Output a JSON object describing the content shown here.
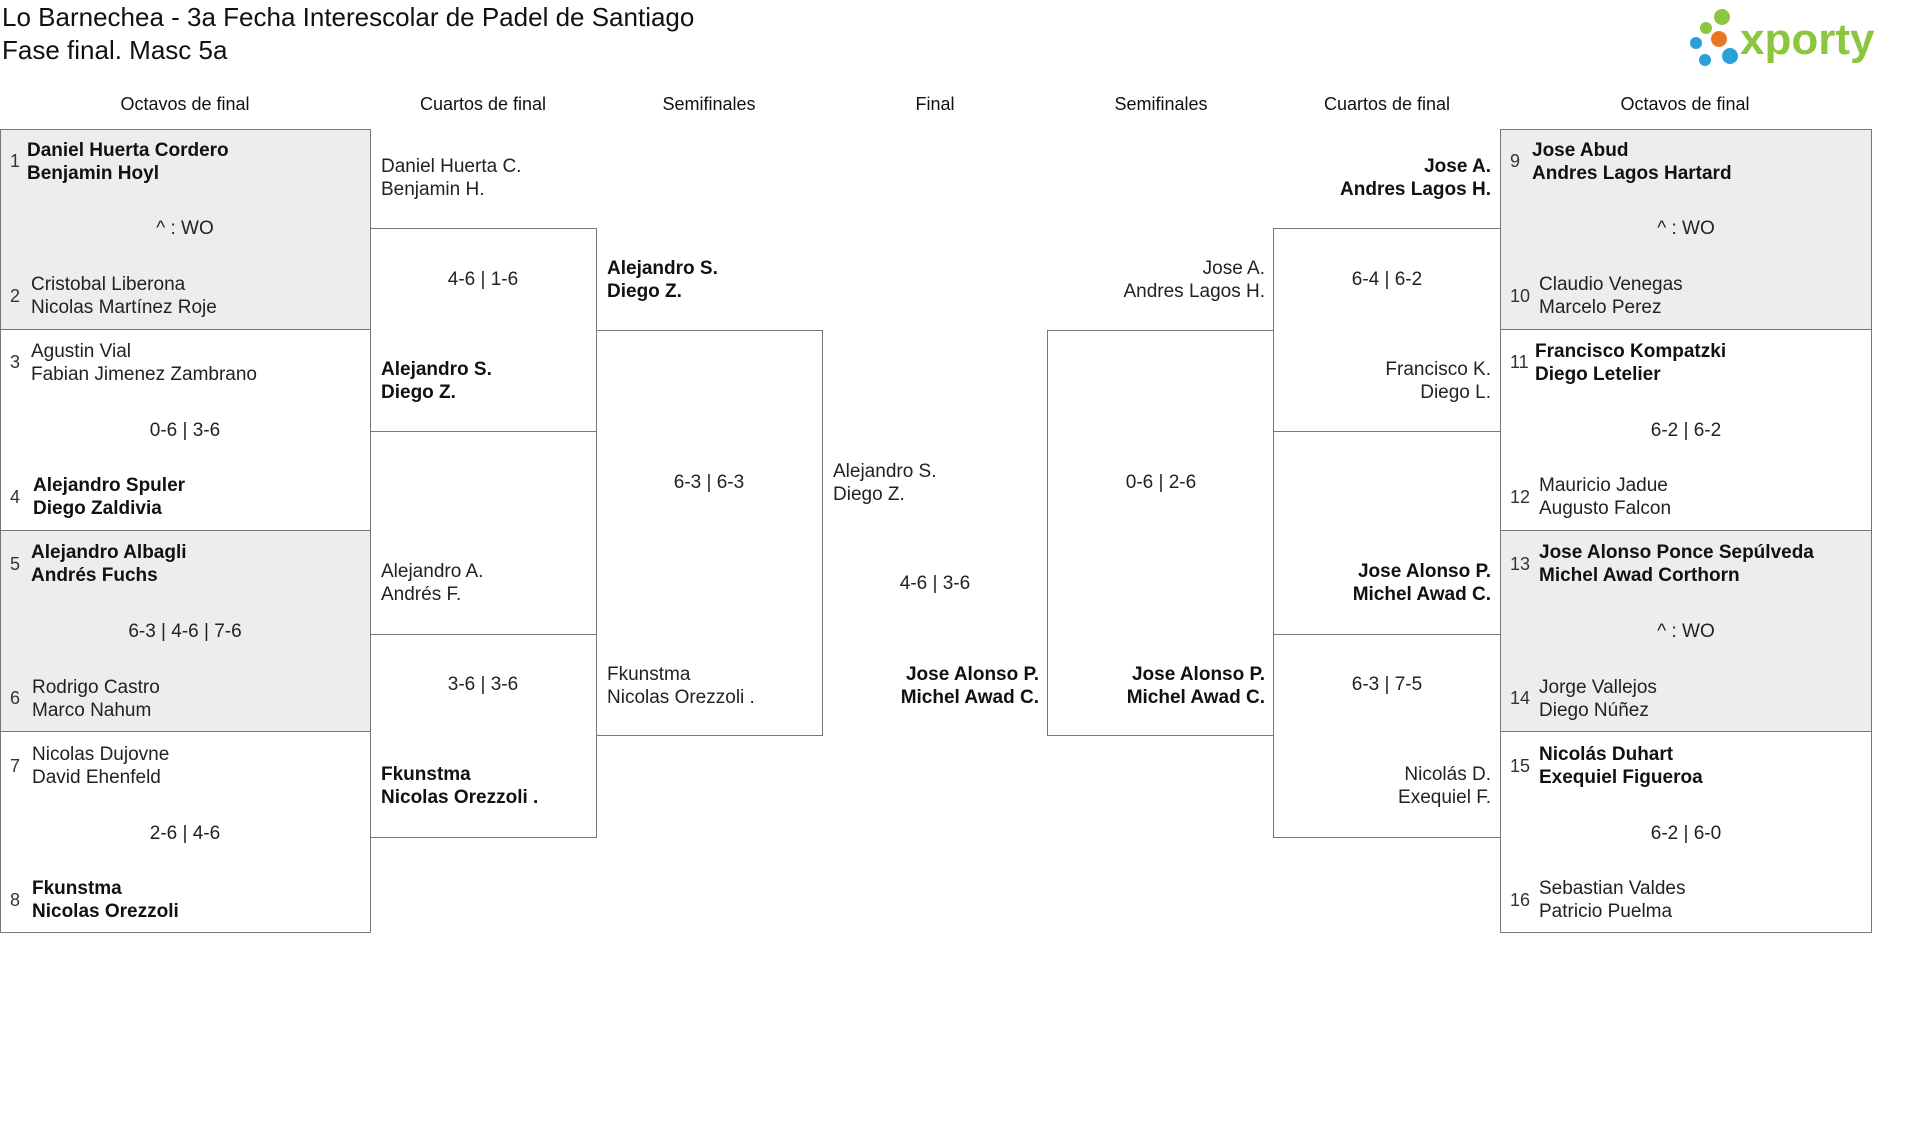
{
  "header": {
    "line1": "Lo Barnechea - 3a Fecha Interescolar de Padel de Santiago",
    "line2": "Fase final. Masc 5a",
    "logo_text": "xporty"
  },
  "columns": {
    "l_r16": "Octavos de final",
    "l_qf": "Cuartos de final",
    "l_sf": "Semifinales",
    "final": "Final",
    "r_sf": "Semifinales",
    "r_qf": "Cuartos de final",
    "r_r16": "Octavos de final"
  },
  "left_r16": [
    {
      "seed_a": "1",
      "a1": "Daniel Huerta Cordero",
      "a2": "Benjamin Hoyl",
      "score": "^ : WO",
      "seed_b": "2",
      "b1": "Cristobal Liberona",
      "b2": "Nicolas Martínez Roje"
    },
    {
      "seed_a": "3",
      "a1": "Agustin Vial",
      "a2": "Fabian Jimenez Zambrano",
      "score": "0-6 | 3-6",
      "seed_b": "4",
      "b1": "Alejandro Spuler",
      "b2": "Diego Zaldivia"
    },
    {
      "seed_a": "5",
      "a1": "Alejandro Albagli",
      "a2": "Andrés Fuchs",
      "score": "6-3 | 4-6 | 7-6",
      "seed_b": "6",
      "b1": "Rodrigo Castro",
      "b2": "Marco Nahum"
    },
    {
      "seed_a": "7",
      "a1": "Nicolas Dujovne",
      "a2": "David Ehenfeld",
      "score": "2-6 | 4-6",
      "seed_b": "8",
      "b1": "Fkunstma",
      "b2": "Nicolas Orezzoli"
    }
  ],
  "left_qf": [
    {
      "a1": "Daniel Huerta C.",
      "a2": "Benjamin H.",
      "score": "4-6 | 1-6",
      "b1": "Alejandro S.",
      "b2": "Diego Z."
    },
    {
      "a1": "Alejandro A.",
      "a2": "Andrés F.",
      "score": "3-6 | 3-6",
      "b1": "Fkunstma",
      "b2": "Nicolas Orezzoli ."
    }
  ],
  "left_sf": {
    "a1": "Alejandro S.",
    "a2": "Diego Z.",
    "score": "6-3 | 6-3",
    "b1": "Fkunstma",
    "b2": "Nicolas Orezzoli ."
  },
  "final": {
    "a1": "Alejandro S.",
    "a2": "Diego Z.",
    "score": "4-6 | 3-6",
    "b1": "Jose Alonso P.",
    "b2": "Michel Awad C."
  },
  "right_sf": {
    "a1": "Jose A.",
    "a2": "Andres Lagos H.",
    "score": "0-6 | 2-6",
    "b1": "Jose Alonso P.",
    "b2": "Michel Awad C."
  },
  "right_qf": [
    {
      "a1": "Jose A.",
      "a2": "Andres Lagos H.",
      "score": "6-4 | 6-2",
      "b1": "Francisco K.",
      "b2": "Diego L."
    },
    {
      "a1": "Jose Alonso P.",
      "a2": "Michel Awad C.",
      "score": "6-3 | 7-5",
      "b1": "Nicolás D.",
      "b2": "Exequiel F."
    }
  ],
  "right_r16": [
    {
      "seed_a": "9",
      "a1": "Jose Abud",
      "a2": "Andres Lagos Hartard",
      "score": "^ : WO",
      "seed_b": "10",
      "b1": "Claudio Venegas",
      "b2": "Marcelo Perez"
    },
    {
      "seed_a": "11",
      "a1": "Francisco Kompatzki",
      "a2": "Diego Letelier",
      "score": "6-2 | 6-2",
      "seed_b": "12",
      "b1": "Mauricio Jadue",
      "b2": "Augusto Falcon"
    },
    {
      "seed_a": "13",
      "a1": "Jose Alonso Ponce Sepúlveda",
      "a2": "Michel Awad Corthorn",
      "score": "^ : WO",
      "seed_b": "14",
      "b1": "Jorge Vallejos",
      "b2": "Diego Núñez"
    },
    {
      "seed_a": "15",
      "a1": "Nicolás Duhart",
      "a2": "Exequiel Figueroa",
      "score": "6-2 | 6-0",
      "seed_b": "16",
      "b1": "Sebastian Valdes",
      "b2": "Patricio Puelma"
    }
  ]
}
